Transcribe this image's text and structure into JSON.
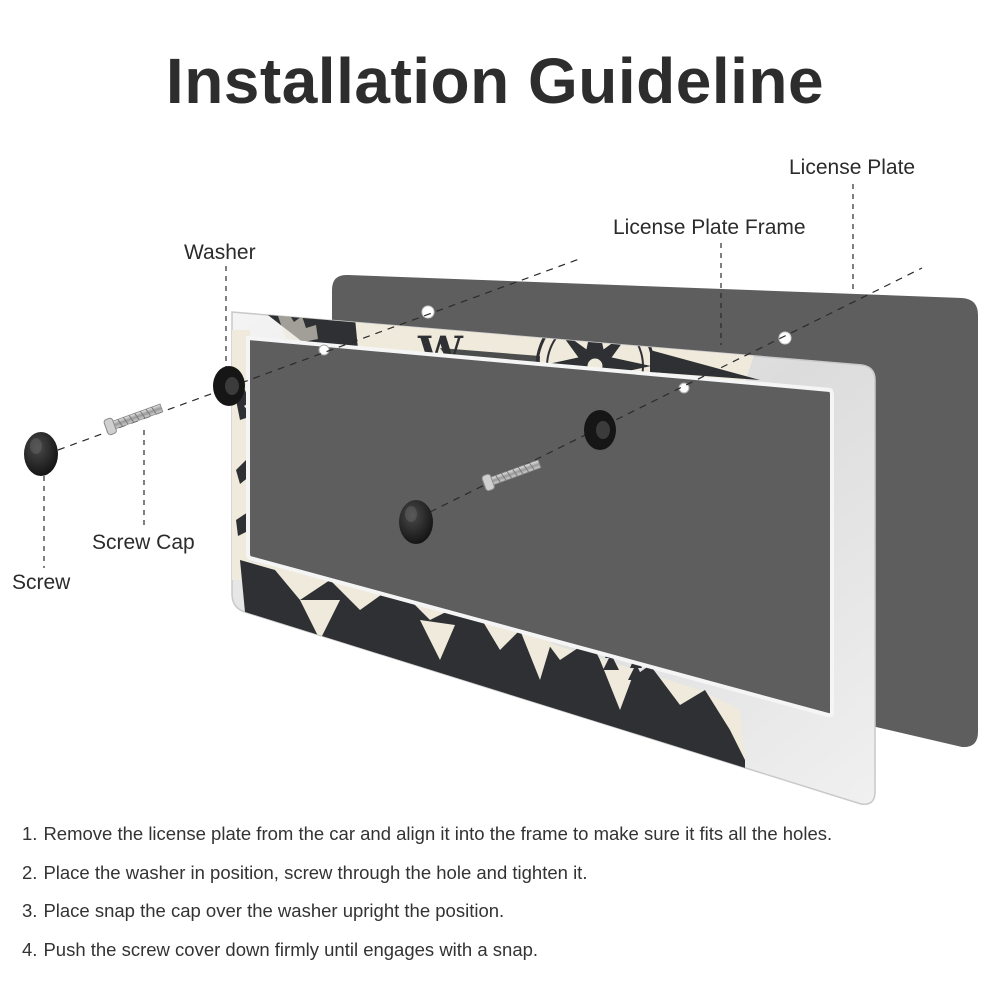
{
  "title": "Installation Guideline",
  "labels": {
    "license_plate": "License Plate",
    "license_plate_frame": "License Plate Frame",
    "washer": "Washer",
    "screw_cap": "Screw Cap",
    "screw": "Screw"
  },
  "frame_letter": "W",
  "steps": [
    {
      "num": "1.",
      "text": "Remove the license plate from the car and align it into the frame to make sure it fits all the holes."
    },
    {
      "num": "2.",
      "text": "Place the washer in position, screw through the hole and tighten it."
    },
    {
      "num": "3.",
      "text": "Place snap the cap over the washer upright the position."
    },
    {
      "num": "4.",
      "text": "Push the screw cover down firmly until engages with a snap."
    }
  ],
  "colors": {
    "plate": "#5e5e5e",
    "frame_art_dark": "#2e3033",
    "frame_art_light": "#efeadb",
    "frame_metal": "#e6e6e6",
    "cap": "#1b1b1b"
  }
}
